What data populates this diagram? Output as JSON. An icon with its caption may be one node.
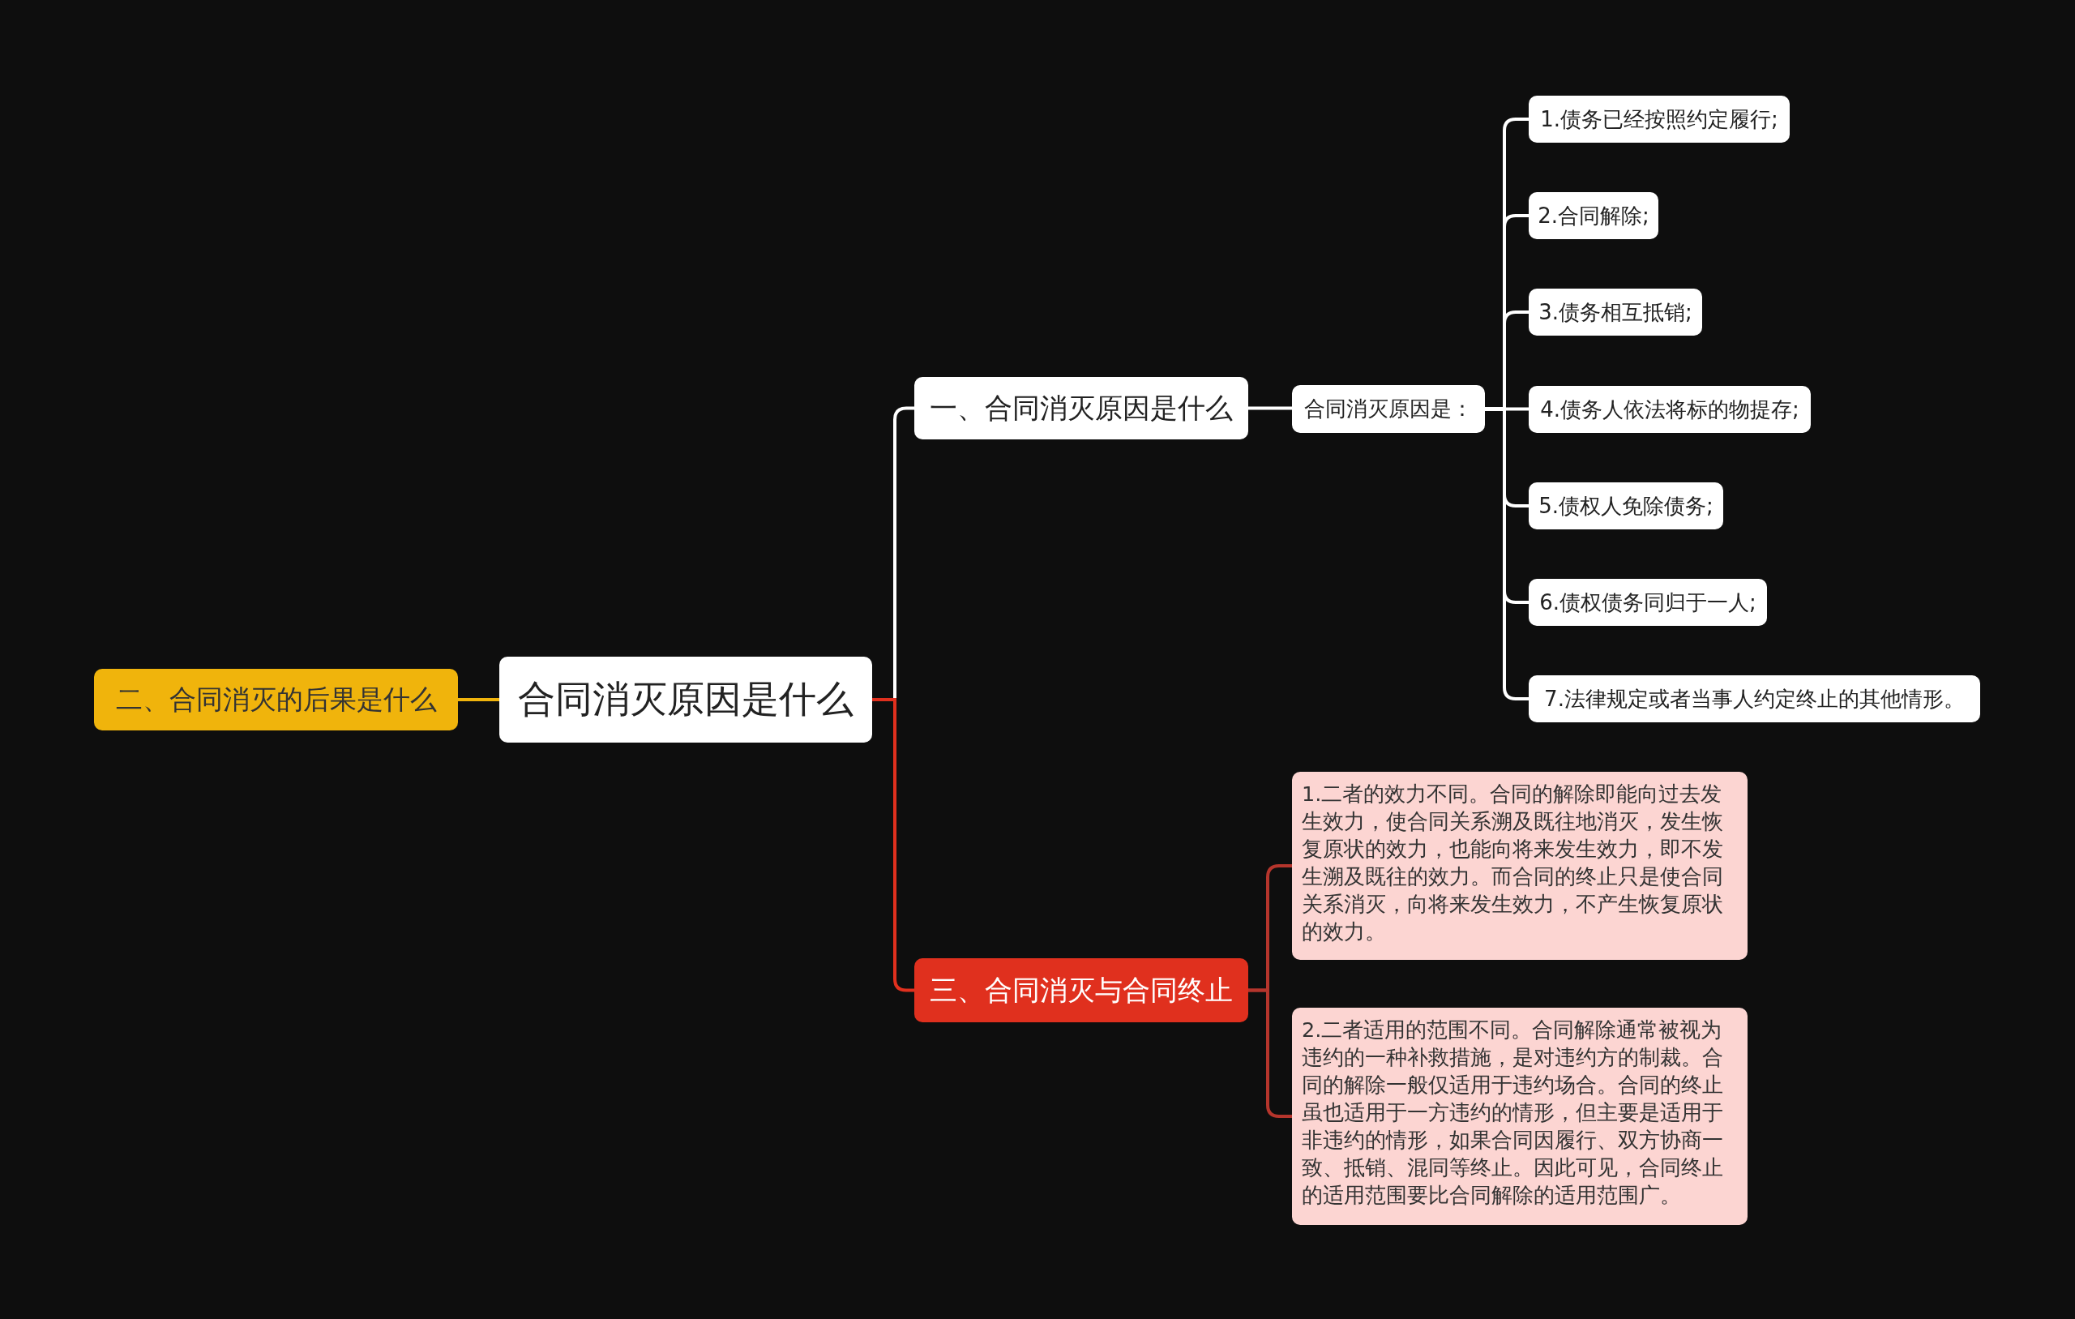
{
  "diagram": {
    "nodes": [
      {
        "text": [
          "合同消灭原因是什么"
        ]
      },
      {
        "text": [
          "二、合同消灭的后果是什么"
        ]
      },
      {
        "text": [
          "一、合同消灭原因是什么"
        ]
      },
      {
        "text": [
          "合同消灭原因是："
        ]
      },
      {
        "text": [
          "1.债务已经按照约定履行;"
        ]
      },
      {
        "text": [
          "2.合同解除;"
        ]
      },
      {
        "text": [
          "3.债务相互抵销;"
        ]
      },
      {
        "text": [
          "4.债务人依法将标的物提存;"
        ]
      },
      {
        "text": [
          "5.债权人免除债务;"
        ]
      },
      {
        "text": [
          "6.债权债务同归于一人;"
        ]
      },
      {
        "text": [
          "7.法律规定或者当事人约定终止的其他情形。"
        ]
      },
      {
        "text": [
          "三、合同消灭与合同终止"
        ]
      },
      {
        "text": [
          "1.二者的效力不同。合同的解除即能向过去发生效力，使合同关系溯及既往地消灭，发生恢复原状的效力，也能向将来发生效力，即不发生溯及既往的效力。而合同的终止只是使合同关系消灭，向将来发生效力，不产生恢复原状的效力。"
        ]
      },
      {
        "text": [
          "2.二者适用的范围不同。合同解除通常被视为违约的一种补救措施，是对违约方的制裁。合同的解除一般仅适用于违约场合。合同的终止虽也适用于一方违约的情形，但主要是适用于非违约的情形，如果合同因履行、双方协商一致、抵销、混同等终止。因此可见，合同终止的适用范围要比合同解除的适用范围广。"
        ]
      }
    ],
    "edges": [
      {
        "from": 0,
        "to": 1,
        "arrow": "none",
        "color": "#f0b40c"
      },
      {
        "from": 0,
        "to": 2,
        "arrow": "none"
      },
      {
        "from": 2,
        "to": 3,
        "arrow": "none"
      },
      {
        "from": 3,
        "to": 4,
        "arrow": "none"
      },
      {
        "from": 3,
        "to": 5,
        "arrow": "none"
      },
      {
        "from": 3,
        "to": 6,
        "arrow": "none"
      },
      {
        "from": 3,
        "to": 7,
        "arrow": "none"
      },
      {
        "from": 3,
        "to": 8,
        "arrow": "none"
      },
      {
        "from": 3,
        "to": 9,
        "arrow": "none"
      },
      {
        "from": 3,
        "to": 10,
        "arrow": "none"
      },
      {
        "from": 0,
        "to": 11,
        "arrow": "none",
        "color": "#e0301e"
      },
      {
        "from": 11,
        "to": 12,
        "arrow": "none",
        "color": "#b5352c"
      },
      {
        "from": 11,
        "to": 13,
        "arrow": "none",
        "color": "#b5352c"
      }
    ]
  }
}
